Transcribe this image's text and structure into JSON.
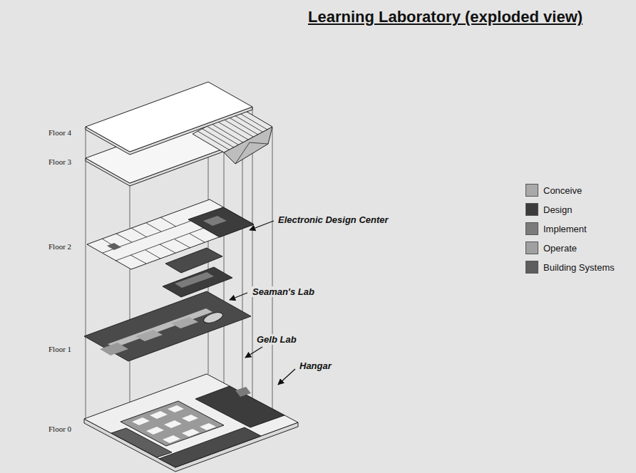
{
  "diagram": {
    "title": "Learning Laboratory (exploded view)",
    "labels": [
      "Floor 4",
      "Floor 3",
      "Floor 2",
      "Floor 1",
      "Floor 0",
      "Electronic Design Center",
      "Seaman's Lab",
      "Gelb Lab",
      "Hangar"
    ],
    "legend": [
      {
        "text": "Conceive",
        "color": "#a9a9a9"
      },
      {
        "text": "Design",
        "color": "#3c3c3c"
      },
      {
        "text": "Implement",
        "color": "#7b7b7b"
      },
      {
        "text": "Operate",
        "color": "#a0a0a0"
      },
      {
        "text": "Building Systems",
        "color": "#5e5e5e"
      }
    ]
  }
}
